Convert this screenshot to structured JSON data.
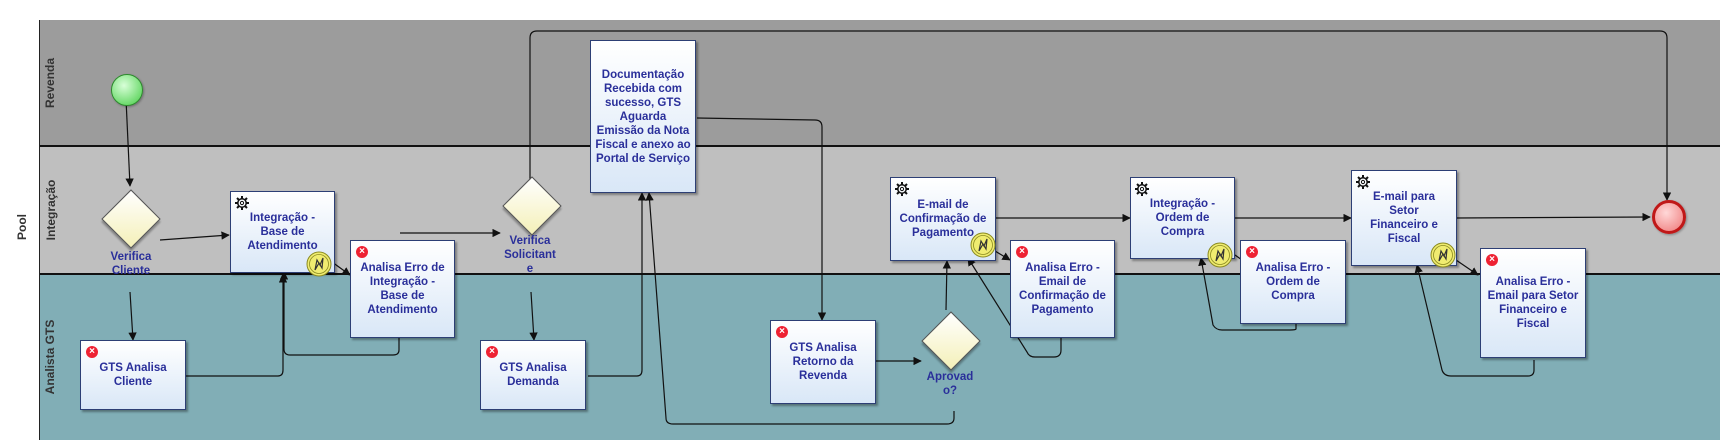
{
  "pool": {
    "label": "Pool"
  },
  "lanes": [
    {
      "label": "Revenda",
      "color": "#9c9c9c"
    },
    {
      "label": "Integração",
      "color": "#bfbfbf"
    },
    {
      "label": "Analista GTS",
      "color": "#81aeb6"
    }
  ],
  "events": {
    "start_color": "#44cc44",
    "end_color": "#c01818"
  },
  "gateways": [
    {
      "label": "Verifica\nCliente"
    },
    {
      "label": "Verifica\nSolicitant\ne"
    },
    {
      "label": "Aprovad\no?"
    }
  ],
  "tasks": [
    {
      "label": "Documentação Recebida com sucesso, GTS Aguarda Emissão da Nota Fiscal e anexo ao Portal de Serviço"
    },
    {
      "label": "Integração - Base de Atendimento",
      "icon": "gear-icon",
      "boundary": "bolt-icon"
    },
    {
      "label": "Analisa Erro de Integração - Base de Atendimento",
      "icon": "error-icon"
    },
    {
      "label": "GTS Analisa Cliente",
      "icon": "error-icon"
    },
    {
      "label": "GTS Analisa Demanda",
      "icon": "error-icon"
    },
    {
      "label": "GTS Analisa Retorno da Revenda",
      "icon": "error-icon"
    },
    {
      "label": "E-mail de Confirmação de Pagamento",
      "icon": "gear-icon",
      "boundary": "bolt-icon"
    },
    {
      "label": "Analisa Erro - Email de Confirmação de Pagamento",
      "icon": "error-icon"
    },
    {
      "label": "Integração - Ordem de Compra",
      "icon": "gear-icon",
      "boundary": "bolt-icon"
    },
    {
      "label": "Analisa Erro - Ordem de Compra",
      "icon": "error-icon"
    },
    {
      "label": "E-mail para Setor Financeiro e Fiscal",
      "icon": "gear-icon",
      "boundary": "bolt-icon"
    },
    {
      "label": "Analisa Erro - Email para Setor Financeiro e Fiscal",
      "icon": "error-icon"
    }
  ]
}
